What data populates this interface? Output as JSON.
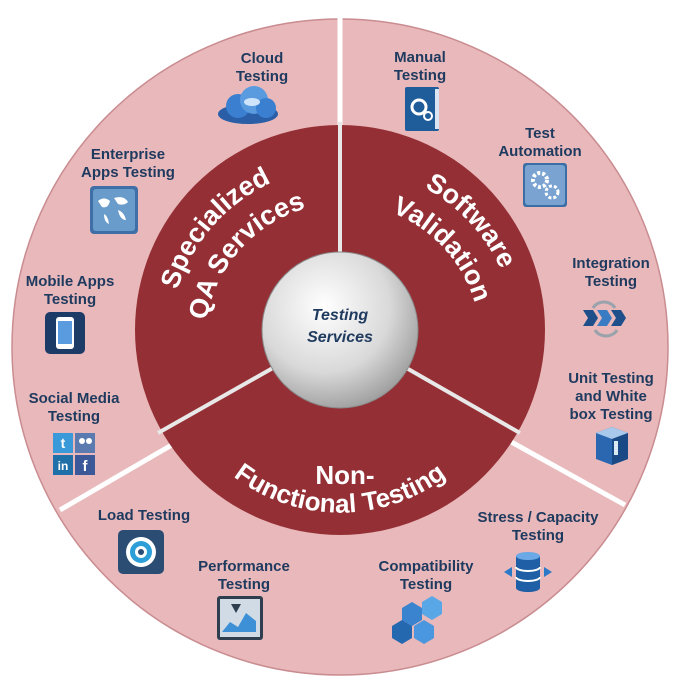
{
  "center": {
    "line1": "Testing",
    "line2": "Services"
  },
  "segments": {
    "specialized": {
      "line1": "Specialized",
      "line2": "QA Services"
    },
    "software": {
      "line1": "Software",
      "line2": "Validation"
    },
    "nonfunctional": {
      "line1": "Non-",
      "line2": "Functional Testing"
    }
  },
  "items": {
    "cloud": {
      "line1": "Cloud",
      "line2": "Testing",
      "icon": "cloud-icon"
    },
    "enterprise": {
      "line1": "Enterprise",
      "line2": "Apps Testing",
      "icon": "world-map-icon"
    },
    "mobile": {
      "line1": "Mobile Apps",
      "line2": "Testing",
      "icon": "smartphone-icon"
    },
    "social": {
      "line1": "Social Media",
      "line2": "Testing",
      "icon": "social-media-icon"
    },
    "manual": {
      "line1": "Manual",
      "line2": "Testing",
      "icon": "gear-book-icon"
    },
    "automation": {
      "line1": "Test",
      "line2": "Automation",
      "icon": "gears-icon"
    },
    "integration": {
      "line1": "Integration",
      "line2": "Testing",
      "icon": "sync-arrows-icon"
    },
    "unit": {
      "line1": "Unit Testing",
      "line2": "and White",
      "line3": "box Testing",
      "icon": "box-icon"
    },
    "load": {
      "line1": "Load Testing",
      "icon": "target-icon"
    },
    "performance": {
      "line1": "Performance",
      "line2": "Testing",
      "icon": "chart-icon"
    },
    "compatibility": {
      "line1": "Compatibility",
      "line2": "Testing",
      "icon": "hexagons-icon"
    },
    "stress": {
      "line1": "Stress / Capacity",
      "line2": "Testing",
      "icon": "database-icon"
    }
  },
  "colors": {
    "outer_ring": "#e8b8ba",
    "inner_ring": "#943035",
    "center": "#d9d9d9",
    "text": "#1f3a5f",
    "divider": "#ffffff"
  }
}
